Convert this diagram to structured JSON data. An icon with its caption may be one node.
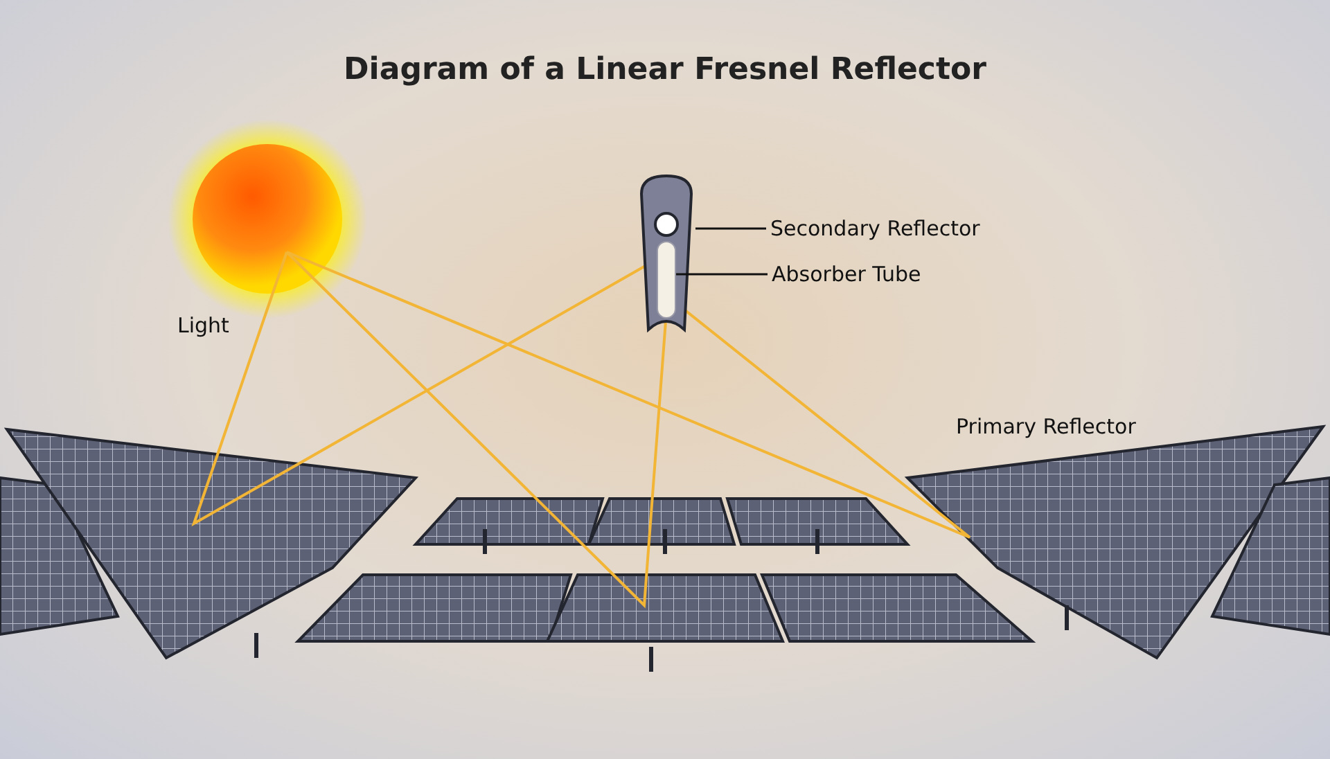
{
  "diagram": {
    "title": "Diagram of a Linear Fresnel Reflector",
    "nodes": [
      {
        "text": [
          "Secondary Reflector"
        ]
      },
      {
        "text": [],
        "shape": "picture"
      },
      {
        "text": [
          "Absorber Tube"
        ]
      },
      {
        "text": [],
        "shape": "picture",
        "in": 1
      }
    ],
    "edges": [
      {
        "from": 0,
        "to": 1,
        "arrow": "none"
      },
      {
        "from": 2,
        "to": 3,
        "arrow": "none"
      }
    ],
    "labels": [
      "Light",
      "Primary Reflector"
    ]
  }
}
